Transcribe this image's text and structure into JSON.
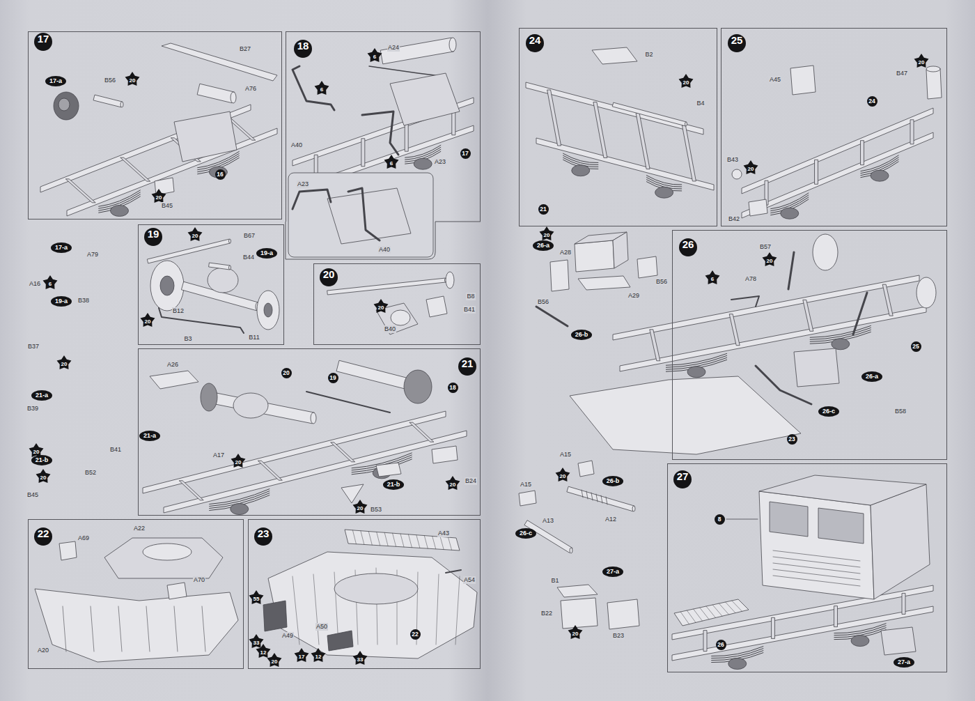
{
  "diagram": {
    "nodes": [
      {
        "text": [
          "17"
        ]
      },
      {
        "text": [
          "17-a"
        ],
        "in": 0
      },
      {
        "text": [
          "16"
        ],
        "in": 0
      },
      {
        "text": [
          "18"
        ]
      },
      {
        "text": [
          "17"
        ],
        "in": 3
      },
      {
        "text": [
          "17-a"
        ]
      },
      {
        "text": [
          "19"
        ]
      },
      {
        "text": [
          "19-a"
        ],
        "in": 6
      },
      {
        "text": [
          "20"
        ]
      },
      {
        "text": [
          "19-a"
        ]
      },
      {
        "text": [
          "21-a"
        ]
      },
      {
        "text": [
          "21-b"
        ]
      },
      {
        "text": [
          "21"
        ]
      },
      {
        "text": [
          "20"
        ],
        "in": 12
      },
      {
        "text": [
          "19"
        ],
        "in": 12
      },
      {
        "text": [
          "18"
        ],
        "in": 12
      },
      {
        "text": [
          "21-a"
        ],
        "in": 12
      },
      {
        "text": [
          "21-b"
        ],
        "in": 12
      },
      {
        "text": [
          "22"
        ]
      },
      {
        "text": [
          "23"
        ]
      },
      {
        "text": [
          "22"
        ],
        "in": 19
      },
      {
        "text": [
          "24"
        ]
      },
      {
        "text": [
          "21"
        ],
        "in": 21
      },
      {
        "text": [
          "25"
        ]
      },
      {
        "text": [
          "24"
        ],
        "in": 23
      },
      {
        "text": [
          "26-a"
        ]
      },
      {
        "text": [
          "26-b"
        ]
      },
      {
        "text": [
          "26"
        ]
      },
      {
        "text": [
          "25"
        ],
        "in": 27
      },
      {
        "text": [
          "26-a"
        ],
        "in": 27
      },
      {
        "text": [
          "26-c"
        ],
        "in": 27
      },
      {
        "text": [
          "23"
        ],
        "in": 27
      },
      {
        "text": [
          "26-b"
        ]
      },
      {
        "text": [
          "26-c"
        ]
      },
      {
        "text": [
          "27-a"
        ]
      },
      {
        "text": [
          "27"
        ]
      },
      {
        "text": [
          "8"
        ],
        "in": 35
      },
      {
        "text": [
          "26"
        ],
        "in": 35
      },
      {
        "text": [
          "27-a"
        ],
        "in": 35
      }
    ],
    "labels": [
      "B27",
      "20",
      "B56",
      "A76",
      "20",
      "B45",
      "A24",
      "6",
      "6",
      "A40",
      "6",
      "A23",
      "A23",
      "A40",
      "A79",
      "A16",
      "6",
      "B38",
      "B37",
      "20",
      "B39",
      "B41",
      "20",
      "B52",
      "20",
      "B45",
      "20",
      "B67",
      "B44",
      "B12",
      "20",
      "B11",
      "B3",
      "B8",
      "B41",
      "20",
      "B40",
      "A26",
      "A17",
      "20",
      "20",
      "B24",
      "20",
      "B53",
      "A22",
      "A69",
      "A70",
      "A20",
      "A43",
      "A54",
      "55",
      "A50",
      "A49",
      "33",
      "12",
      "17",
      "12",
      "33",
      "20",
      "B2",
      "20",
      "B4",
      "A45",
      "B47",
      "20",
      "B43",
      "20",
      "B42",
      "20",
      "A28",
      "B56",
      "B56",
      "A29",
      "B57",
      "20",
      "6",
      "A78",
      "B58",
      "A15",
      "20",
      "A15",
      "A12",
      "A13",
      "B1",
      "B22",
      "20",
      "B23"
    ]
  }
}
